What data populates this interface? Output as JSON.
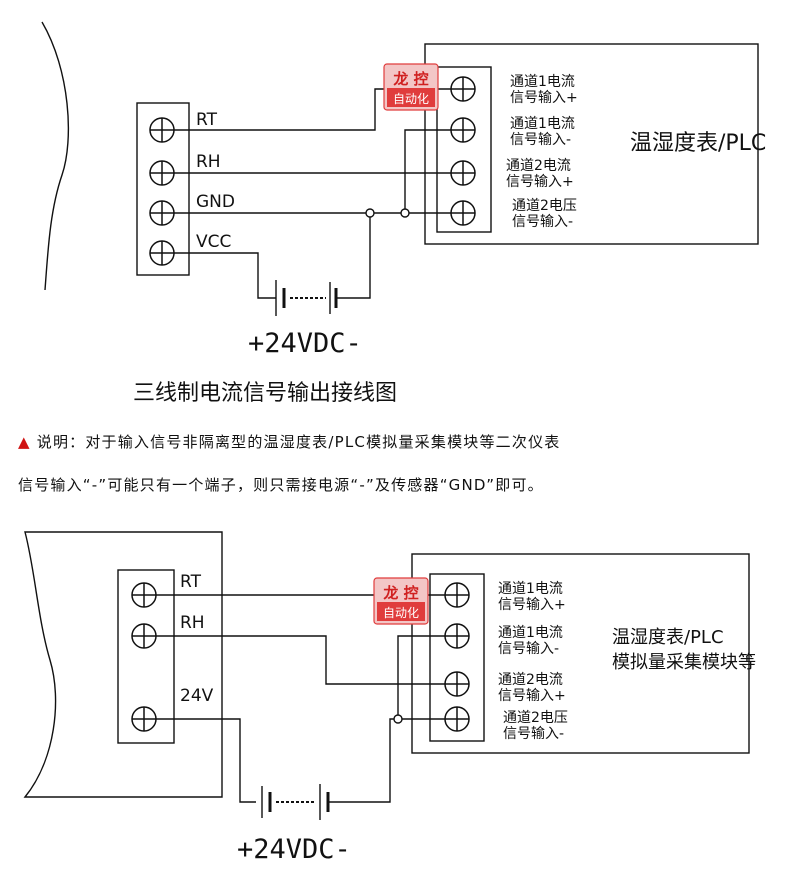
{
  "diagram1": {
    "sensor_labels": [
      "RT",
      "RH",
      "GND",
      "VCC"
    ],
    "device_title": "温湿度表/PLC",
    "device_terminals": [
      [
        "通道1电流",
        "信号输入+"
      ],
      [
        "通道1电流",
        "信号输入-"
      ],
      [
        "通道2电流",
        "信号输入+"
      ],
      [
        "通道2电压",
        "信号输入-"
      ]
    ],
    "supply_label": "+24VDC-",
    "caption": "三线制电流信号输出接线图"
  },
  "note": {
    "marker": "▲",
    "line1": "说明：对于输入信号非隔离型的温湿度表/PLC模拟量采集模块等二次仪表",
    "line2": "信号输入“-”可能只有一个端子，则只需接电源“-”及传感器“GND”即可。"
  },
  "diagram2": {
    "sensor_labels": [
      "RT",
      "RH",
      "24V"
    ],
    "device_title_line1": "温湿度表/PLC",
    "device_title_line2": "模拟量采集模块等",
    "device_terminals": [
      [
        "通道1电流",
        "信号输入+"
      ],
      [
        "通道1电流",
        "信号输入-"
      ],
      [
        "通道2电流",
        "信号输入+"
      ],
      [
        "通道2电压",
        "信号输入-"
      ]
    ],
    "supply_label": "+24VDC-"
  },
  "watermark": {
    "line1": "龙 控",
    "line2": "自动化",
    "color": "#e03c3c"
  }
}
